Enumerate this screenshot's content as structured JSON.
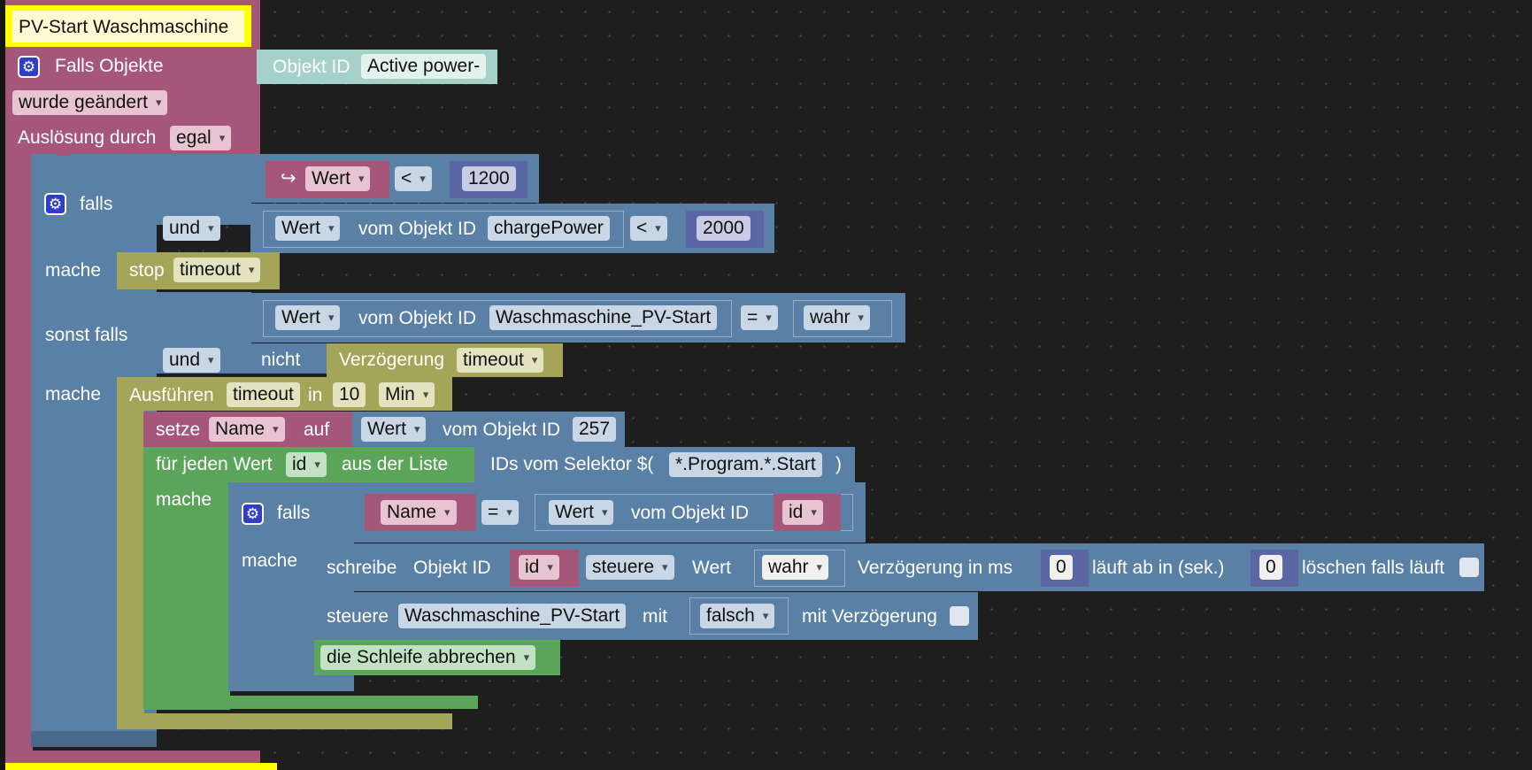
{
  "event": {
    "title": "PV-Start Waschmaschine",
    "falls_objekte": "Falls Objekte",
    "objekt_id_label": "Objekt ID",
    "objekt_id_value": "Active power-",
    "trigger_mode": "wurde geändert",
    "ausloesung_label": "Auslösung durch",
    "ausloesung_value": "egal"
  },
  "if1": {
    "falls": "falls",
    "und": "und",
    "mache": "mache",
    "sonst_falls": "sonst falls",
    "und2": "und",
    "mache2": "mache"
  },
  "cond1": {
    "var": "Wert",
    "op": "<",
    "value": "1200"
  },
  "cond2": {
    "field": "Wert",
    "label": "vom Objekt ID",
    "object": "chargePower",
    "op": "<",
    "value": "2000"
  },
  "stop": {
    "label": "stop",
    "name": "timeout"
  },
  "cond3": {
    "field": "Wert",
    "label": "vom Objekt ID",
    "object": "Waschmaschine_PV-Start",
    "op": "=",
    "value": "wahr"
  },
  "cond4": {
    "nicht": "nicht",
    "label": "Verzögerung",
    "name": "timeout"
  },
  "exec": {
    "label": "Ausführen",
    "name": "timeout",
    "in": "in",
    "amount": "10",
    "unit": "Min"
  },
  "setze": {
    "label": "setze",
    "var": "Name",
    "auf": "auf",
    "field": "Wert",
    "vom": "vom Objekt ID",
    "object": "257"
  },
  "foreach": {
    "label": "für jeden Wert",
    "var": "id",
    "aus": "aus der Liste",
    "mache": "mache",
    "selector_label": "IDs vom Selektor $(",
    "selector": "*.Program.*.Start",
    "close": ")"
  },
  "if2": {
    "falls": "falls",
    "mache": "mache",
    "var": "Name",
    "op": "=",
    "field": "Wert",
    "vom": "vom Objekt ID",
    "id": "id"
  },
  "schreibe": {
    "label": "schreibe",
    "objekt_id": "Objekt ID",
    "id": "id",
    "mode": "steuere",
    "wert": "Wert",
    "value": "wahr",
    "delay_label": "Verzögerung in ms",
    "delay": "0",
    "expire_label": "läuft ab in (sek.)",
    "expire": "0",
    "clear_label": "löschen falls läuft"
  },
  "steuere": {
    "label": "steuere",
    "object": "Waschmaschine_PV-Start",
    "mit": "mit",
    "value": "falsch",
    "delay_label": "mit Verzögerung"
  },
  "break_loop": {
    "label": "die Schleife abbrechen"
  },
  "colors": {
    "event": "#a5577a",
    "logic": "#5b80a5",
    "loop": "#5ba55b",
    "timer": "#a5a55a",
    "math": "#5b67a5",
    "highlight": "#ffff00"
  }
}
